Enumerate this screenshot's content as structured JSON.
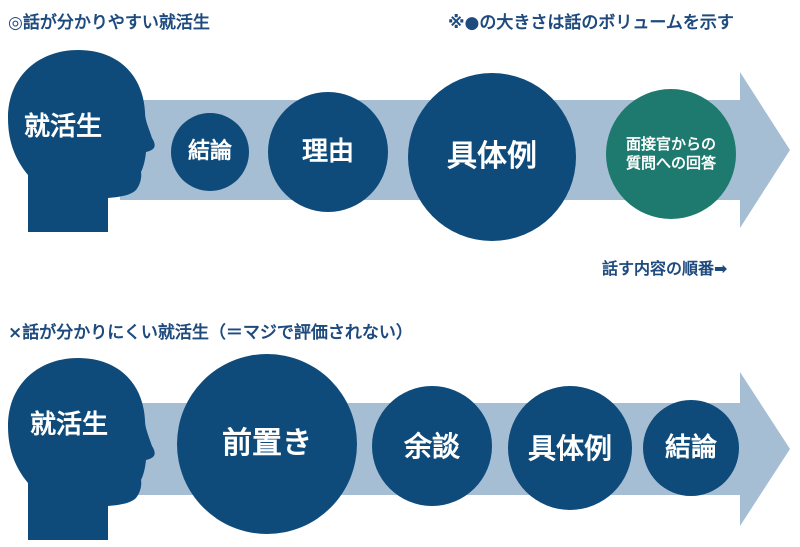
{
  "colors": {
    "navy": "#0e4b7b",
    "arrow": "#a6bed4",
    "teal": "#1e7a6e",
    "text_blue": "#1e4a7e"
  },
  "good": {
    "title": "◎話が分かりやすい就活生",
    "legend_note": "※●の大きさは話のボリュームを示す",
    "person_label": "就活生",
    "person_icon": "head-silhouette-icon",
    "steps": [
      {
        "label": "結論"
      },
      {
        "label": "理由"
      },
      {
        "label": "具体例"
      },
      {
        "label_line1": "面接官からの",
        "label_line2": "質問への回答"
      }
    ],
    "order_note": "話す内容の順番➡"
  },
  "bad": {
    "title": "×話が分かりにくい就活生（＝マジで評価されない）",
    "person_label": "就活生",
    "person_icon": "head-silhouette-icon",
    "steps": [
      {
        "label": "前置き"
      },
      {
        "label": "余談"
      },
      {
        "label": "具体例"
      },
      {
        "label": "結論"
      }
    ]
  }
}
